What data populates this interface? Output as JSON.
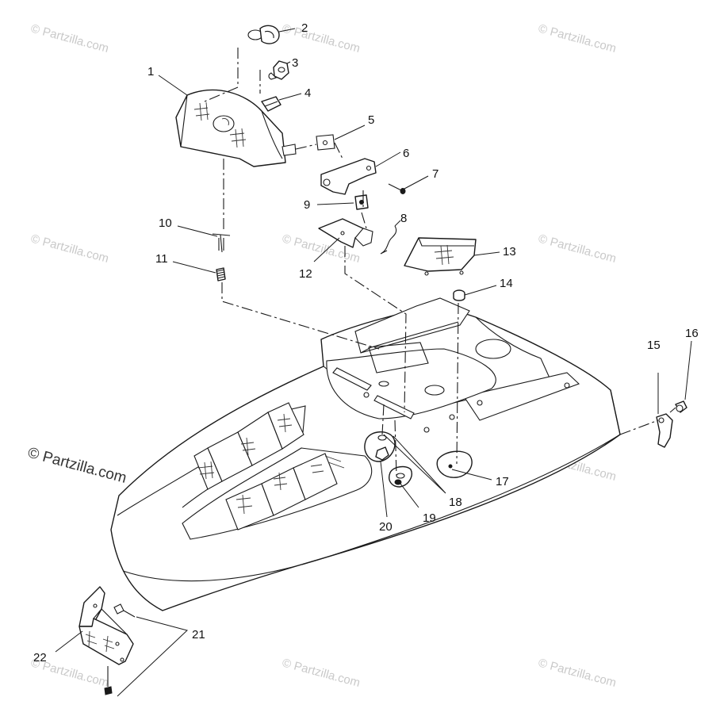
{
  "watermark": {
    "text": "© Partzilla.com",
    "main_text": "© Partzilla.com"
  },
  "callouts": [
    {
      "id": "1",
      "label": "1"
    },
    {
      "id": "2",
      "label": "2"
    },
    {
      "id": "3",
      "label": "3"
    },
    {
      "id": "4",
      "label": "4"
    },
    {
      "id": "5",
      "label": "5"
    },
    {
      "id": "6",
      "label": "6"
    },
    {
      "id": "7",
      "label": "7"
    },
    {
      "id": "8",
      "label": "8"
    },
    {
      "id": "9",
      "label": "9"
    },
    {
      "id": "10",
      "label": "10"
    },
    {
      "id": "11",
      "label": "11"
    },
    {
      "id": "12",
      "label": "12"
    },
    {
      "id": "13",
      "label": "13"
    },
    {
      "id": "14",
      "label": "14"
    },
    {
      "id": "15",
      "label": "15"
    },
    {
      "id": "16",
      "label": "16"
    },
    {
      "id": "17",
      "label": "17"
    },
    {
      "id": "18",
      "label": "18"
    },
    {
      "id": "19",
      "label": "19"
    },
    {
      "id": "20",
      "label": "20"
    },
    {
      "id": "21",
      "label": "21"
    },
    {
      "id": "22",
      "label": "22"
    }
  ],
  "colors": {
    "line": "#1a1a1a",
    "watermark": "#c9c9c9",
    "background": "#ffffff"
  }
}
